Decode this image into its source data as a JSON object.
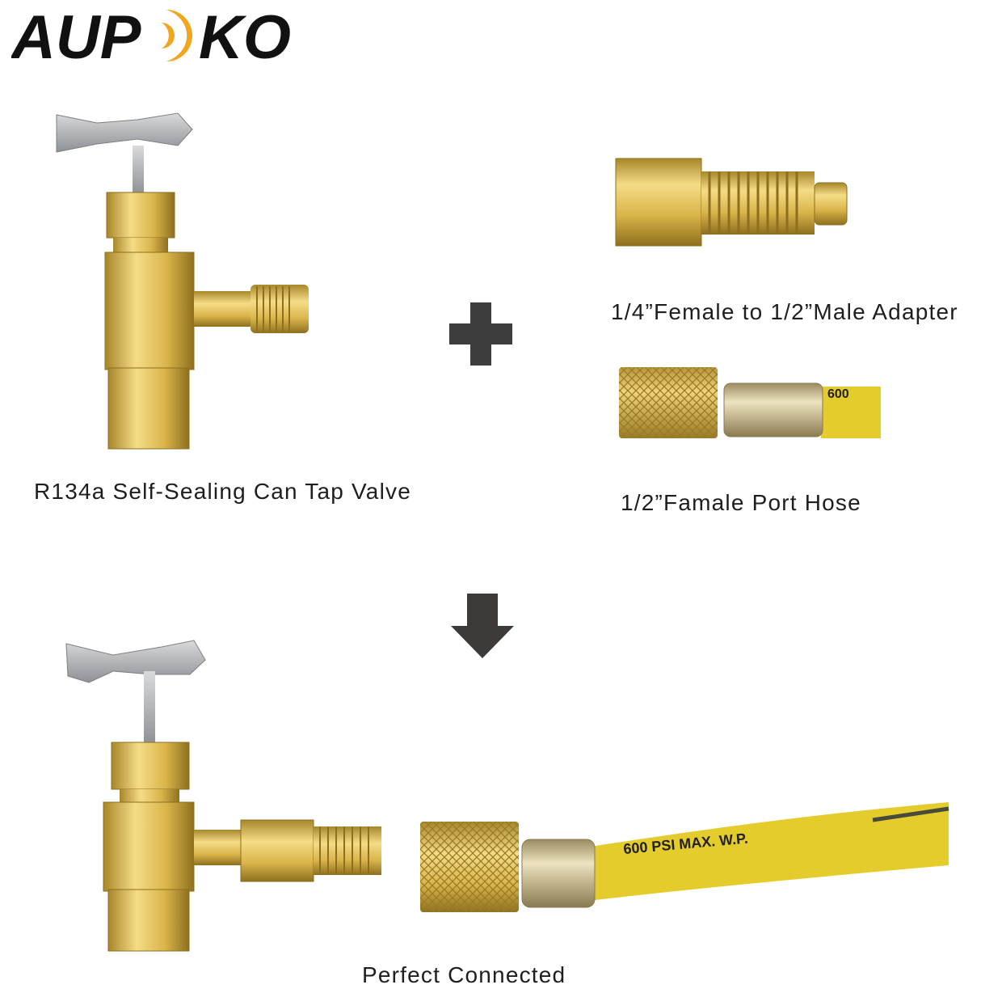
{
  "brand": {
    "name": "AUPOKO",
    "letters_left": "AUP",
    "letters_right": "KO",
    "accent_color": "#F2A51E",
    "text_color": "#111111"
  },
  "components": {
    "can_tap_valve": {
      "caption": "R134a Self-Sealing Can Tap Valve"
    },
    "adapter": {
      "caption": "1/4”Female to 1/2”Male Adapter"
    },
    "port_hose": {
      "caption": "1/2”Famale Port Hose",
      "hose_marking": "600"
    }
  },
  "operators": {
    "plus": "plus-icon",
    "arrow": "arrow-down-icon",
    "color": "#3d3d3d"
  },
  "assembled": {
    "caption": "Perfect Connected",
    "hose_marking": "600  PSI  MAX.  W.P."
  },
  "colors": {
    "brass": "#D9B44A",
    "brass_dark": "#A8862A",
    "brass_light": "#F4DC86",
    "hose_yellow": "#E4CC2C",
    "silver": "#B8BABD"
  }
}
